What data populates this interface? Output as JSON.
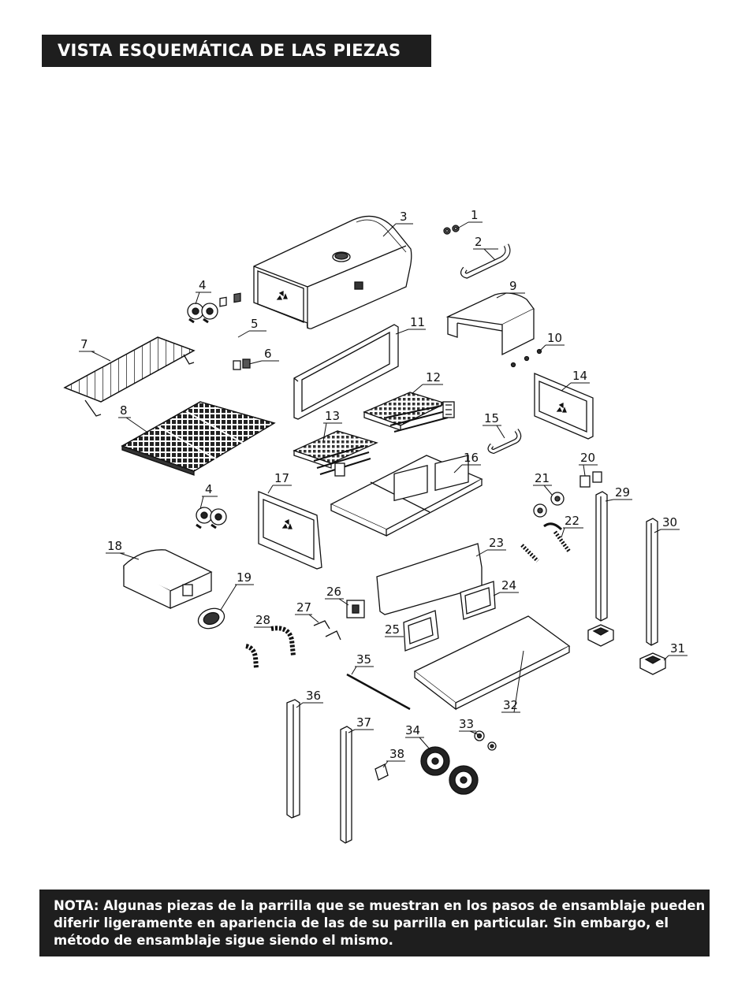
{
  "title": "VISTA ESQUEMÁTICA DE LAS PIEZAS",
  "note": {
    "line1": "NOTA: Algunas piezas de la parrilla que se muestran en los pasos de ensamblaje pueden",
    "line2": "diferir ligeramente en apariencia de las de su parrilla en particular. Sin embargo, el",
    "line3": "método de ensamblaje sigue siendo el mismo."
  },
  "parts": [
    {
      "id": "1",
      "label": "1"
    },
    {
      "id": "2",
      "label": "2"
    },
    {
      "id": "3",
      "label": "3"
    },
    {
      "id": "4a",
      "label": "4"
    },
    {
      "id": "4b",
      "label": "4"
    },
    {
      "id": "5",
      "label": "5"
    },
    {
      "id": "6",
      "label": "6"
    },
    {
      "id": "7",
      "label": "7"
    },
    {
      "id": "8",
      "label": "8"
    },
    {
      "id": "9",
      "label": "9"
    },
    {
      "id": "10",
      "label": "10"
    },
    {
      "id": "11",
      "label": "11"
    },
    {
      "id": "12",
      "label": "12"
    },
    {
      "id": "13",
      "label": "13"
    },
    {
      "id": "14",
      "label": "14"
    },
    {
      "id": "15",
      "label": "15"
    },
    {
      "id": "16",
      "label": "16"
    },
    {
      "id": "17",
      "label": "17"
    },
    {
      "id": "18",
      "label": "18"
    },
    {
      "id": "19",
      "label": "19"
    },
    {
      "id": "20",
      "label": "20"
    },
    {
      "id": "21",
      "label": "21"
    },
    {
      "id": "22",
      "label": "22"
    },
    {
      "id": "23",
      "label": "23"
    },
    {
      "id": "24",
      "label": "24"
    },
    {
      "id": "25",
      "label": "25"
    },
    {
      "id": "26",
      "label": "26"
    },
    {
      "id": "27",
      "label": "27"
    },
    {
      "id": "28",
      "label": "28"
    },
    {
      "id": "29",
      "label": "29"
    },
    {
      "id": "30",
      "label": "30"
    },
    {
      "id": "31",
      "label": "31"
    },
    {
      "id": "32",
      "label": "32"
    },
    {
      "id": "33",
      "label": "33"
    },
    {
      "id": "34",
      "label": "34"
    },
    {
      "id": "35",
      "label": "35"
    },
    {
      "id": "36",
      "label": "36"
    },
    {
      "id": "37",
      "label": "37"
    },
    {
      "id": "38",
      "label": "38"
    }
  ]
}
